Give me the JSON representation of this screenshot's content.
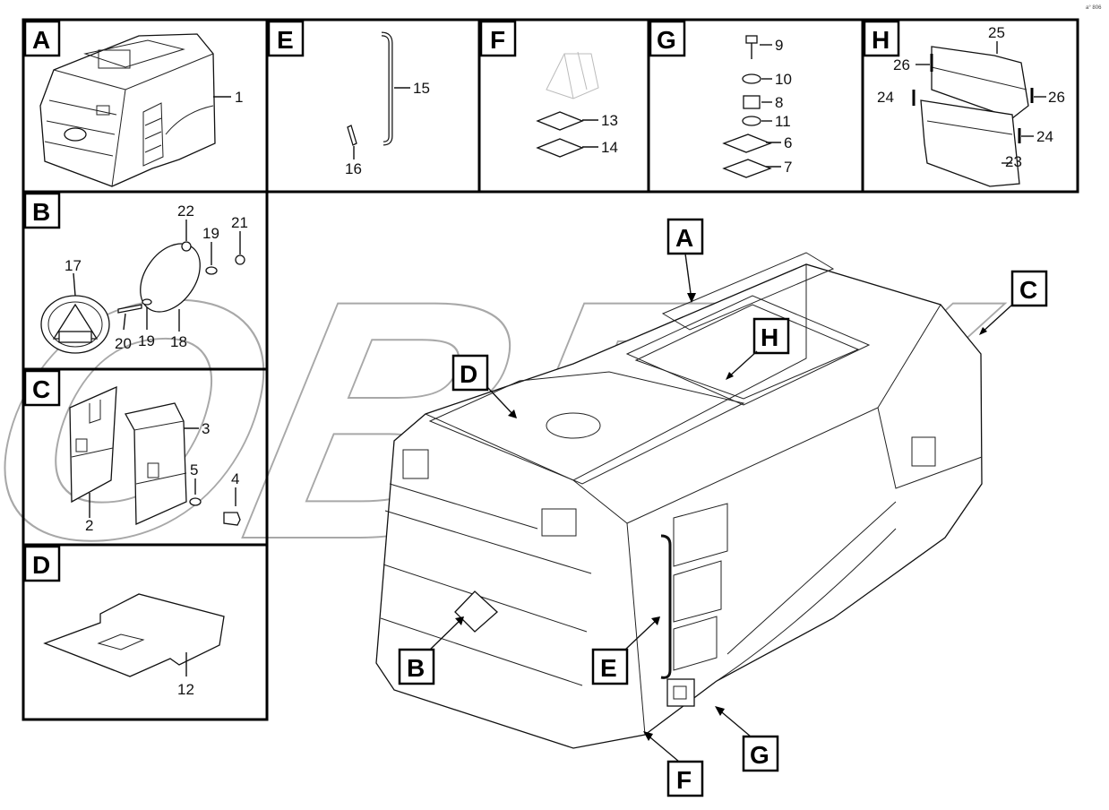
{
  "corner_code": "a° 806",
  "panels": [
    {
      "letter": "A",
      "parts": [
        "1"
      ]
    },
    {
      "letter": "B",
      "parts": [
        "17",
        "18",
        "19",
        "20",
        "19",
        "21",
        "22"
      ]
    },
    {
      "letter": "C",
      "parts": [
        "2",
        "3",
        "4",
        "5"
      ]
    },
    {
      "letter": "D",
      "parts": [
        "12"
      ]
    },
    {
      "letter": "E",
      "parts": [
        "15",
        "16"
      ]
    },
    {
      "letter": "F",
      "parts": [
        "13",
        "14"
      ]
    },
    {
      "letter": "G",
      "parts": [
        "9",
        "10",
        "8",
        "11",
        "6",
        "7"
      ]
    },
    {
      "letter": "H",
      "parts": [
        "25",
        "26",
        "24",
        "26",
        "24",
        "23"
      ]
    }
  ],
  "callouts": [
    "A",
    "B",
    "C",
    "D",
    "E",
    "F",
    "G",
    "H"
  ],
  "watermark": {
    "text": "OBEX"
  }
}
